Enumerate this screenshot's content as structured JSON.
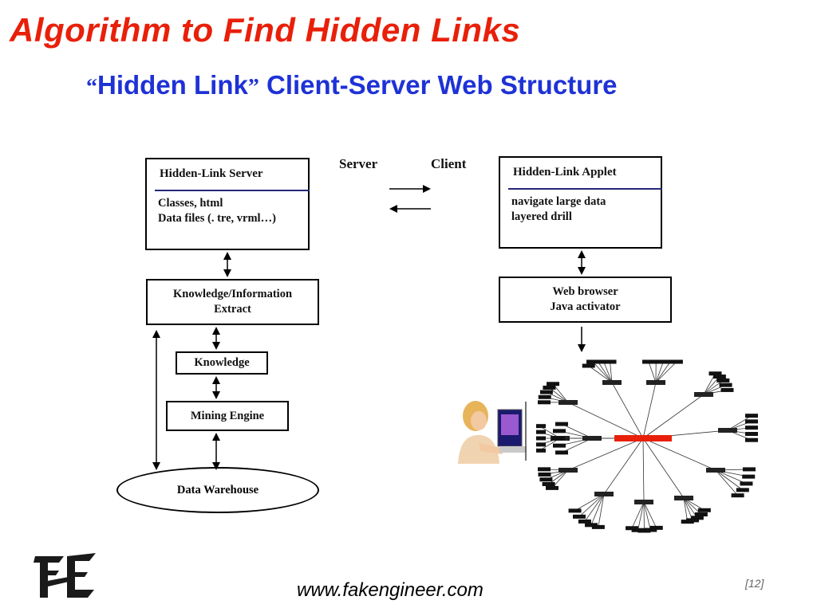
{
  "slide": {
    "title": "Algorithm to Find Hidden Links",
    "subtitle_open_quote": "“",
    "subtitle_quoted": "Hidden Link",
    "subtitle_close_quote": "”",
    "subtitle_rest": " Client-Server Web Structure"
  },
  "diagram": {
    "server_label": "Server",
    "client_label": "Client",
    "server_box": {
      "header": "Hidden-Link Server",
      "line1": "Classes, html",
      "line2": "Data files (. tre, vrml…)"
    },
    "applet_box": {
      "header": "Hidden-Link Applet",
      "line1": "navigate large data",
      "line2": "layered drill"
    },
    "knowledge_extract": {
      "line1": "Knowledge/Information",
      "line2": "Extract"
    },
    "knowledge": "Knowledge",
    "mining_engine": "Mining Engine",
    "data_warehouse": "Data Warehouse",
    "web_browser": {
      "line1": "Web browser",
      "line2": "Java activator"
    },
    "tree_center_color": "#e8200a"
  },
  "footer": {
    "url": "www.fakengineer.com",
    "page": "[12]"
  },
  "colors": {
    "title": "#e8200a",
    "subtitle": "#1e32d6"
  }
}
